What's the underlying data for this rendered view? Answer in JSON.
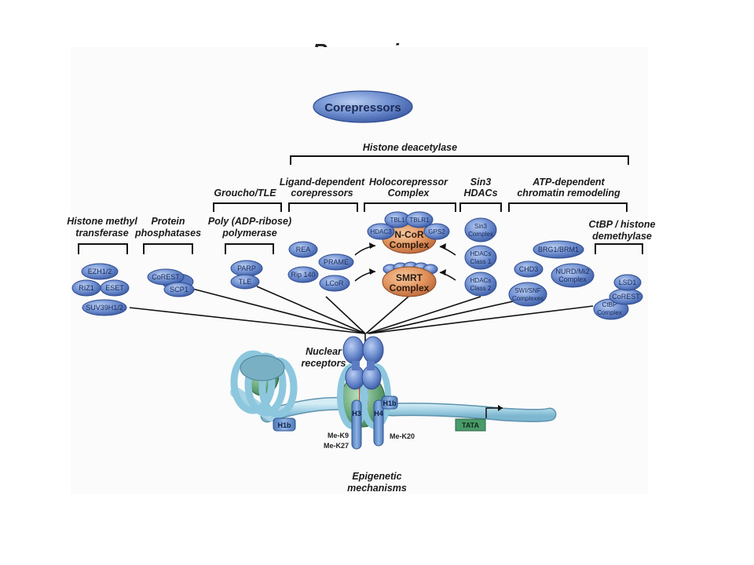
{
  "title": "Repression",
  "corepressors_label": "Corepressors",
  "histone_deacetylase": "Histone deacetylase",
  "groups": {
    "hmt": [
      "Histone methyl",
      "transferase"
    ],
    "pp": [
      "Protein",
      "phosphatases"
    ],
    "groucho": "Groucho/TLE",
    "parp": [
      "Poly (ADP-ribose)",
      "polymerase"
    ],
    "ligand": [
      "Ligand-dependent",
      "corepressors"
    ],
    "holo": [
      "Holocorepressor",
      "Complex"
    ],
    "sin3": [
      "Sin3",
      "HDACs"
    ],
    "atp": [
      "ATP-dependent",
      "chromatin remodeling"
    ],
    "ctbp": [
      "CtBP / histone",
      "demethylase"
    ]
  },
  "proteins": {
    "ezh": "EZH1/2",
    "riz1": "RIZ1",
    "eset": "ESET",
    "suv": "SUV39H1/2",
    "corest1": "CoREST",
    "scp1": "SCP1",
    "parp": "PARP",
    "tle": "TLE",
    "rea": "REA",
    "prame": "PRAME",
    "rip140": "Rip 140",
    "lcor": "LCoR",
    "tbl1": "TBL1",
    "tblr1": "TBLR1",
    "hdac3": "HDAC3",
    "gps2": "GPS2",
    "ncor": [
      "N-CoR",
      "Complex"
    ],
    "smrt": [
      "SMRT",
      "Complex"
    ],
    "sin3c": [
      "Sin3",
      "Complex"
    ],
    "hdac1": [
      "HDACs",
      "Class 1"
    ],
    "hdac2": [
      "HDACs",
      "Class 2"
    ],
    "brg": "BRG1/BRM1",
    "chd3": "CHD3",
    "nurd": [
      "NURD/Mi2",
      "Complex"
    ],
    "swi": [
      "SWI/SNF",
      "Complexes"
    ],
    "lsd1": "LSD1",
    "corest2": "CoREST",
    "ctbpc": [
      "CtBP",
      "Complex"
    ]
  },
  "nuclear_receptors": [
    "Nuclear",
    "receptors"
  ],
  "epigenetic": [
    "Epigenetic",
    "mechanisms"
  ],
  "chromatin": {
    "h1b_left": "H1b",
    "h3": "H3",
    "h4": "H4",
    "h1b_right": "H1b",
    "tata": "TATA",
    "mek9": "Me-K9",
    "mek27": "Me-K27",
    "mek20": "Me-K20"
  },
  "colors": {
    "protein_fill": "#6f8fd0",
    "protein_dark": "#3f5ea8",
    "ncor": "#e0915a",
    "tata": "#4a9a6a",
    "chromatin": "#a8d4e6",
    "nucleosome": "#6aa87a"
  }
}
